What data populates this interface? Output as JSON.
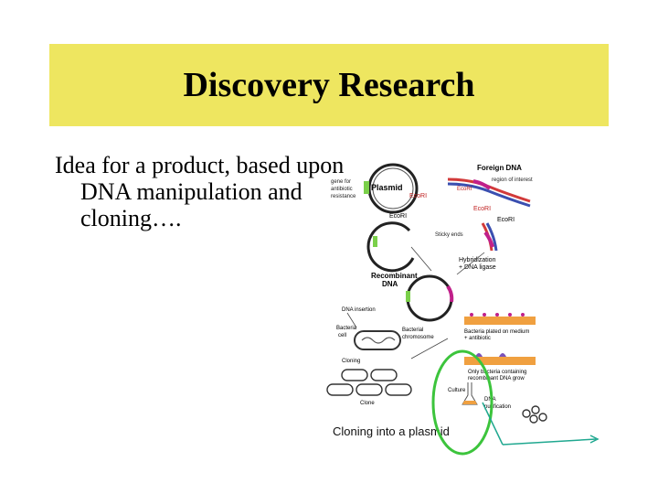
{
  "slide": {
    "title": "Discovery Research",
    "body": "Idea for a product, based upon DNA manipulation and cloning…."
  },
  "diagram": {
    "plasmid_label": "Plasmid",
    "gene_resist_line1": "gene for",
    "gene_resist_line2": "antibiotic",
    "gene_resist_line3": "resistance",
    "ecori_1": "EcoRI",
    "ecori_2": "EcoRI",
    "ecori_3": "EcoRI",
    "ecori_4": "EcoRI",
    "ecori_5": "EcoRI",
    "foreign_dna": "Foreign DNA",
    "region_interest": "region of interest",
    "sticky_ends": "Sticky ends",
    "hybridization": "Hybridization",
    "dna_ligase": "+ DNA ligase",
    "recombinant_line1": "Recombinant",
    "recombinant_line2": "DNA",
    "dna_insertion": "DNA insertion",
    "bacteria_line1": "Bacteria",
    "bacteria_line2": "cell",
    "bact_chrom_line1": "Bacterial",
    "bact_chrom_line2": "chromosome",
    "plated_line1": "Bacteria plated on medium",
    "plated_line2": "+ antibiotic",
    "only_line1": "Only bacteria containing",
    "only_line2": "recombinant DNA grow",
    "cloning": "Cloning",
    "culture": "Culture",
    "clone": "Clone",
    "dna_purif_line1": "DNA",
    "dna_purif_line2": "purification",
    "caption": "Cloning into a plasmid"
  },
  "colors": {
    "title_bar": "#eee660",
    "highlight_ellipse": "#3cc43c",
    "arrow": "#20a890",
    "insert_magenta": "#c0208a",
    "marker_green": "#7bd04a",
    "dna_red": "#d23a3a",
    "dna_blue": "#3a4fb0",
    "plate_orange": "#f0a040"
  }
}
